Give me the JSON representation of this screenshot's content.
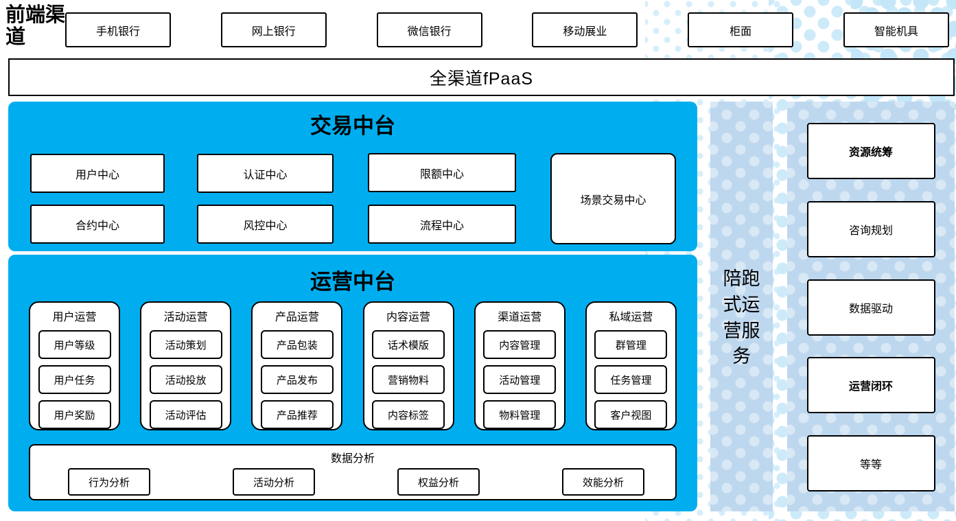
{
  "front_channels": {
    "label": "前端渠道",
    "items": [
      "手机银行",
      "网上银行",
      "微信银行",
      "移动展业",
      "柜面",
      "智能机具"
    ]
  },
  "paas_bar": {
    "label": "全渠道fPaaS"
  },
  "trade_platform": {
    "title": "交易中台",
    "row1": [
      "用户中心",
      "认证中心",
      "限额中心"
    ],
    "row2": [
      "合约中心",
      "风控中心",
      "流程中心"
    ],
    "scene_center": "场景交易中心"
  },
  "operation_platform": {
    "title": "运营中台",
    "groups": [
      {
        "title": "用户运营",
        "items": [
          "用户等级",
          "用户任务",
          "用户奖励"
        ]
      },
      {
        "title": "活动运营",
        "items": [
          "活动策划",
          "活动投放",
          "活动评估"
        ]
      },
      {
        "title": "产品运营",
        "items": [
          "产品包装",
          "产品发布",
          "产品推荐"
        ]
      },
      {
        "title": "内容运营",
        "items": [
          "话术模版",
          "营销物料",
          "内容标签"
        ]
      },
      {
        "title": "渠道运营",
        "items": [
          "内容管理",
          "活动管理",
          "物料管理"
        ]
      },
      {
        "title": "私域运营",
        "items": [
          "群管理",
          "任务管理",
          "客户视图"
        ]
      }
    ],
    "data_analysis": {
      "title": "数据分析",
      "items": [
        "行为分析",
        "活动分析",
        "权益分析",
        "效能分析"
      ]
    }
  },
  "side_service": {
    "label": "陪跑式运营服务"
  },
  "right_panel": {
    "items": [
      {
        "label": "资源统筹",
        "bold": true
      },
      {
        "label": "咨询规划",
        "bold": false
      },
      {
        "label": "数据驱动",
        "bold": false
      },
      {
        "label": "运营闭环",
        "bold": true
      },
      {
        "label": "等等",
        "bold": false
      }
    ]
  },
  "colors": {
    "accent_blue": "#00AEEF",
    "panel_blue": "#BDD7EE",
    "dot_blue": "#CDEAF9",
    "box_border": "#000000"
  }
}
